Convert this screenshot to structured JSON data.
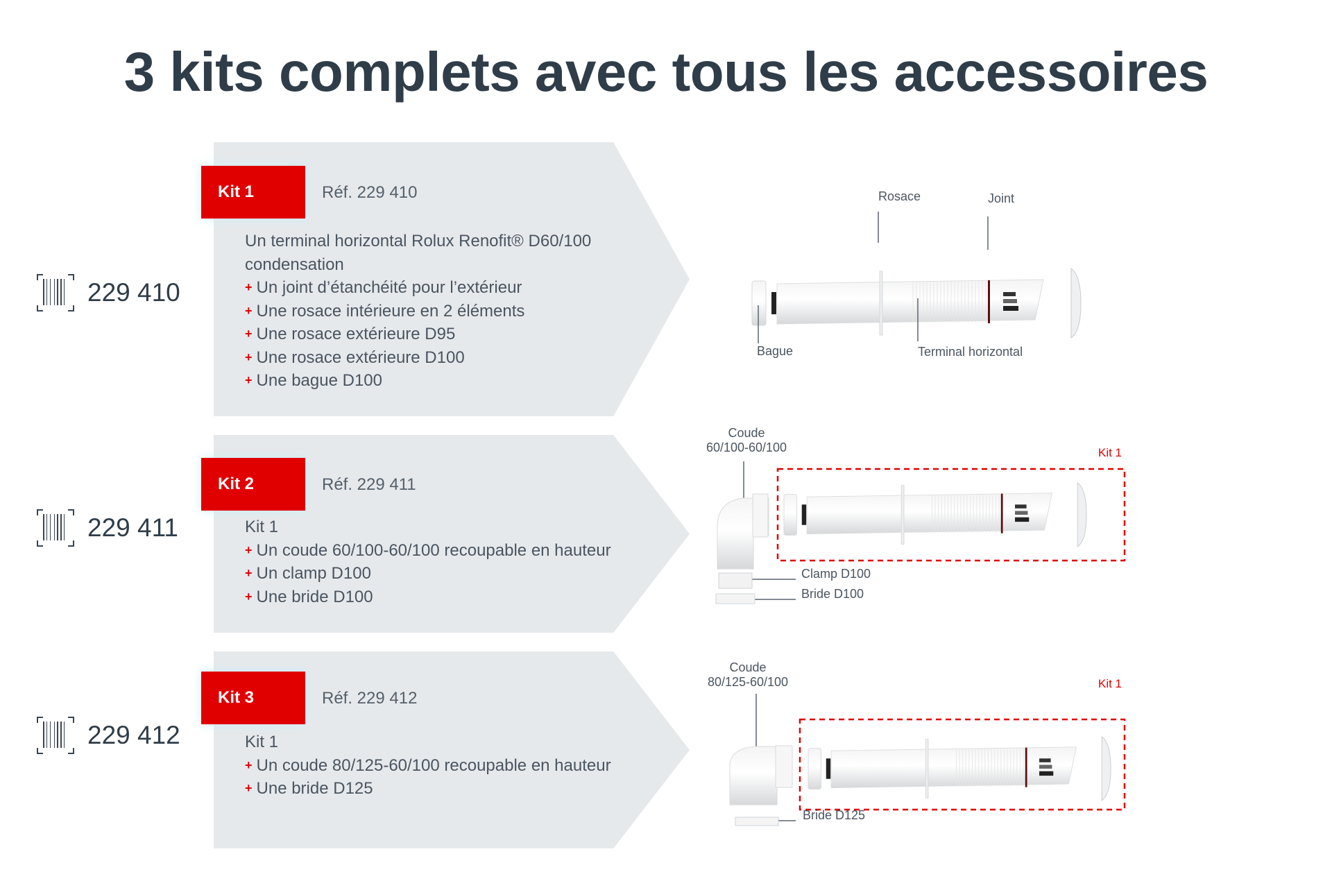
{
  "title": "3 kits complets avec tous les accessoires",
  "colors": {
    "accent": "#e10000",
    "panel": "#e6e9ec",
    "text": "#2f3d49"
  },
  "kits": [
    {
      "badge": "Kit 1",
      "ref": "Réf. 229 410",
      "code": "229 410",
      "intro": "Un terminal horizontal Rolux Renofit® D60/100",
      "intro2": "condensation",
      "items": [
        "Un joint d’étanchéité pour l’extérieur",
        "Une rosace intérieure en 2 éléments",
        "Une rosace extérieure D95",
        "Une rosace extérieure D100",
        "Une bague D100"
      ]
    },
    {
      "badge": "Kit 2",
      "ref": "Réf. 229 411",
      "code": "229 411",
      "intro": "Kit 1",
      "items": [
        "Un coude 60/100-60/100 recoupable en hauteur",
        "Un clamp D100",
        "Une bride D100"
      ]
    },
    {
      "badge": "Kit 3",
      "ref": "Réf. 229 412",
      "code": "229 412",
      "intro": "Kit 1",
      "items": [
        "Un coude 80/125-60/100 recoupable en hauteur",
        "Une bride D125"
      ]
    }
  ],
  "diagram1": {
    "rosace": "Rosace",
    "joint": "Joint",
    "bague": "Bague",
    "terminal": "Terminal horizontal"
  },
  "diagram2": {
    "coude_1": "Coude",
    "coude_2": "60/100-60/100",
    "kit": "Kit 1",
    "clamp": "Clamp D100",
    "bride": "Bride D100"
  },
  "diagram3": {
    "coude_1": "Coude",
    "coude_2": "80/125-60/100",
    "kit": "Kit 1",
    "bride": "Bride D125"
  }
}
